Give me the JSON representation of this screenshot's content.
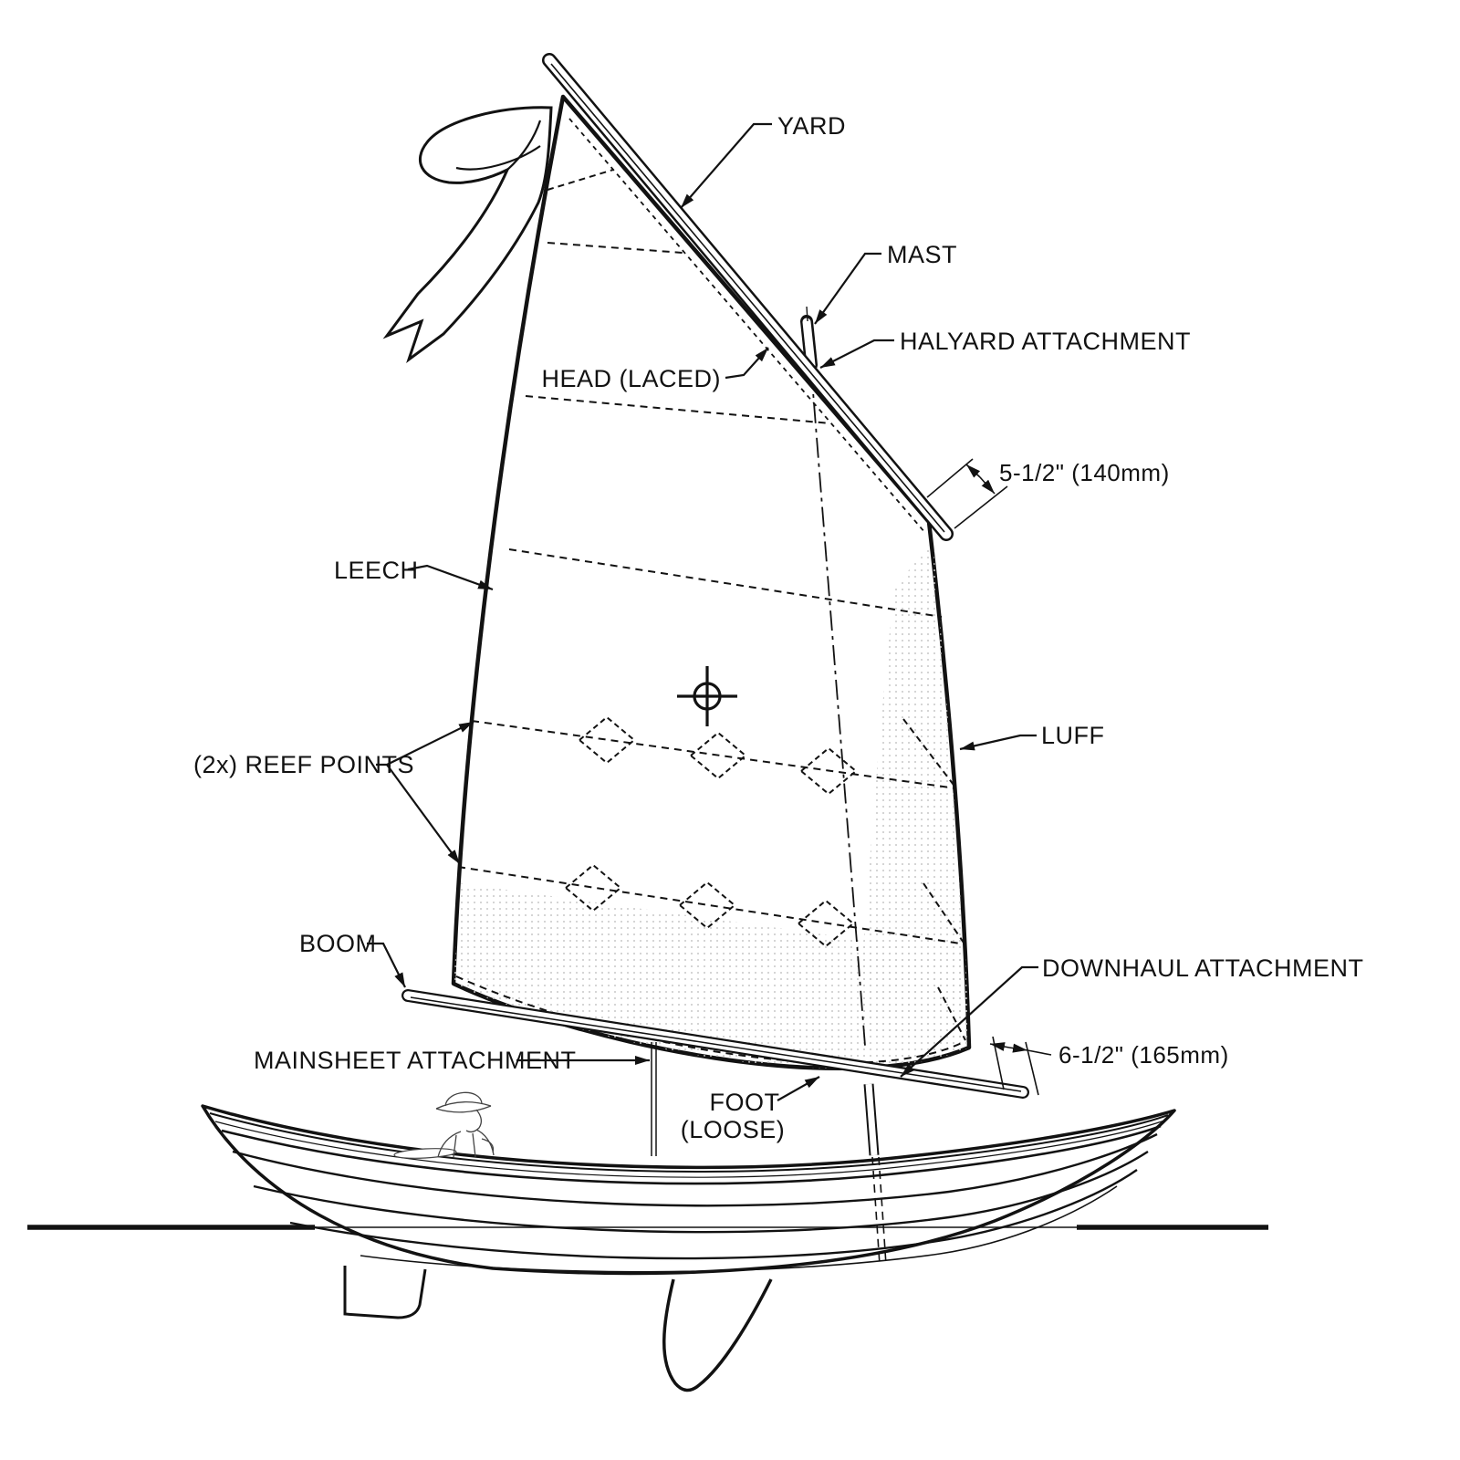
{
  "diagram": {
    "type": "sail-plan-drawing",
    "labels": {
      "yard": "YARD",
      "mast": "MAST",
      "halyard_attachment": "HALYARD ATTACHMENT",
      "head": "HEAD (LACED)",
      "leech": "LEECH",
      "luff": "LUFF",
      "reef_points": "(2x) REEF POINTS",
      "boom": "BOOM",
      "mainsheet_attachment": "MAINSHEET ATTACHMENT",
      "foot_line1": "FOOT",
      "foot_line2": "(LOOSE)",
      "downhaul_attachment": "DOWNHAUL ATTACHMENT"
    },
    "dimensions": {
      "yard_overhang": "5-1/2\" (140mm)",
      "boom_overhang": "6-1/2\" (165mm)"
    },
    "colors": {
      "ink": "#121212",
      "paper": "#ffffff",
      "stipple": "#c8c8c8"
    }
  }
}
